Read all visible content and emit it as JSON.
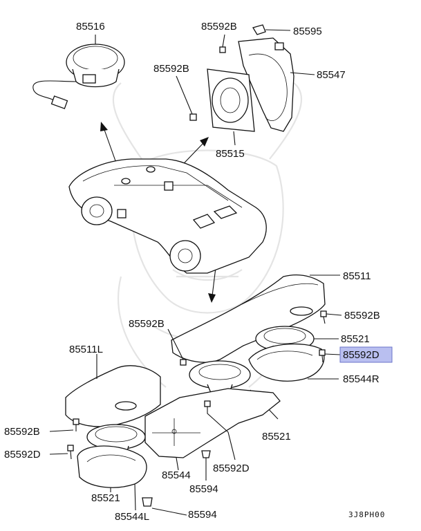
{
  "callouts": {
    "p85516": "85516",
    "p85592b_top": "85592B",
    "p85595": "85595",
    "p85592b_mid": "85592B",
    "p85547": "85547",
    "p85515": "85515",
    "p85511": "85511",
    "p85592b_right": "85592B",
    "p85521_right": "85521",
    "p85592d_right": "85592D",
    "p85544r": "85544R",
    "p85592b_center": "85592B",
    "p85511l": "85511L",
    "p85592b_left": "85592B",
    "p85592d_left": "85592D",
    "p85521_center": "85521",
    "p85544": "85544",
    "p85592d_center": "85592D",
    "p85521_left": "85521",
    "p85594_center": "85594",
    "p85544l": "85544L",
    "p85594_bottom": "85594"
  },
  "drawing_code": "3J8PH00",
  "colors": {
    "highlight": "#b9bff0",
    "ink": "#111111"
  },
  "highlighted_part": "85592D"
}
